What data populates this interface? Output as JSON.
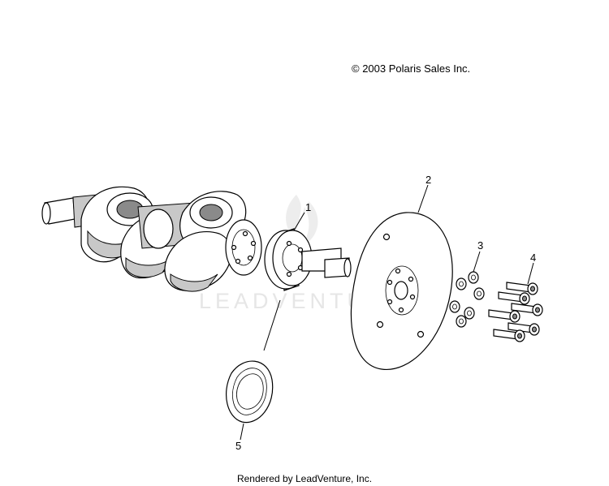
{
  "copyright": "© 2003 Polaris Sales Inc.",
  "footer": "Rendered by LeadVenture, Inc.",
  "watermark": "LEADVENTURE",
  "callouts": {
    "c1": "1",
    "c2": "2",
    "c3": "3",
    "c4": "4",
    "c5": "5"
  },
  "parts": [
    "crankshaft",
    "crankshaft hub",
    "flexplate",
    "washers",
    "bolts",
    "seal"
  ]
}
